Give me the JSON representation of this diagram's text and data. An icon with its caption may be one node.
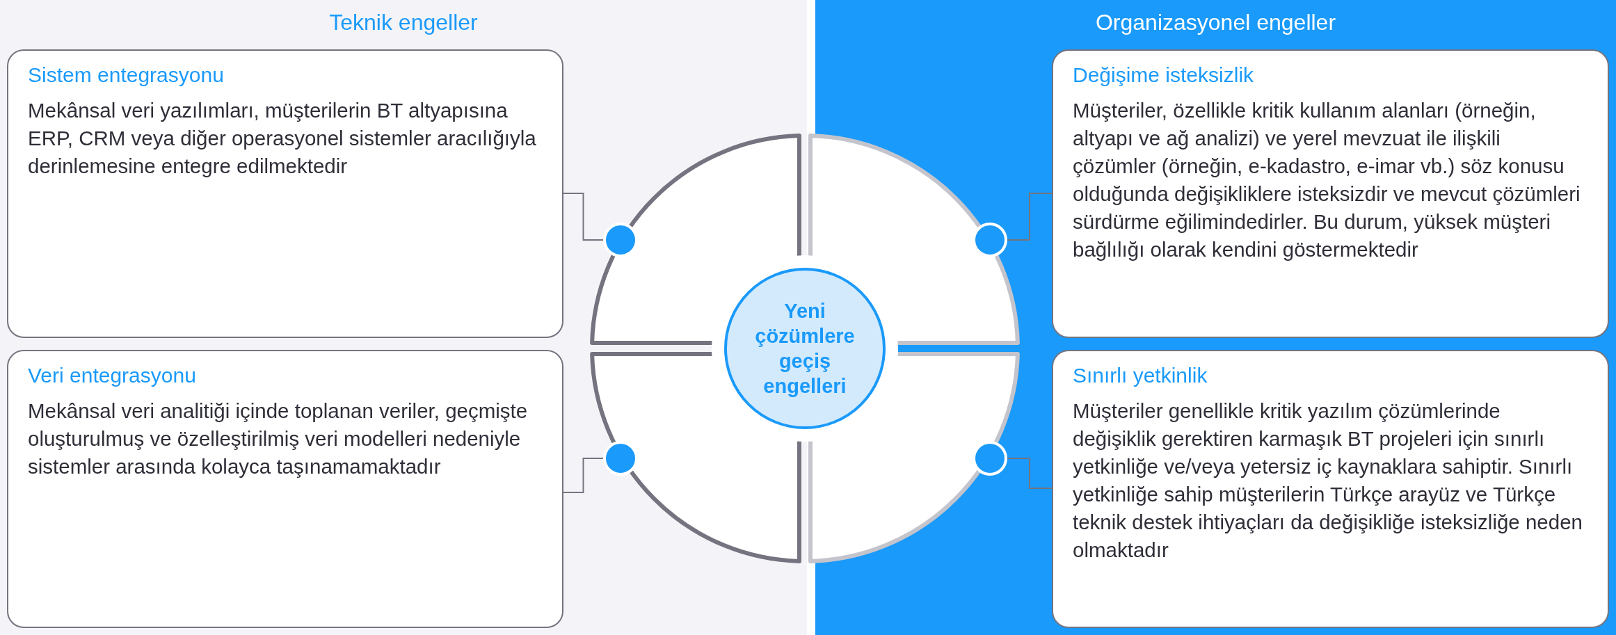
{
  "diagram": {
    "nodes": [
      {
        "text": [
          "Teknik engeller"
        ]
      },
      {
        "text": [
          "Sistem entegrasyonu",
          "Mekânsal veri yazılımları, müşterilerin BT altyapısına ERP, CRM veya diğer operasyonel sistemler aracılığıyla derinlemesine entegre edilmektedir"
        ],
        "in": 0
      },
      {
        "text": [
          "Veri entegrasyonu",
          "Mekânsal veri analitiği içinde toplanan veriler, geçmişte oluşturulmuş ve özelleştirilmiş veri modelleri nedeniyle sistemler arasında kolayca taşınamamaktadır"
        ],
        "in": 0
      },
      {
        "text": [
          "Organizasyonel engeller"
        ]
      },
      {
        "text": [
          "Değişime isteksizlik",
          "Müşteriler, özellikle kritik kullanım alanları (örneğin, altyapı ve ağ analizi) ve yerel mevzuat ile ilişkili çözümler (örneğin, e-kadastro, e-imar vb.) söz konusu olduğunda değişikliklere isteksizdir ve mevcut çözümleri sürdürme eğilimindedirler. Bu durum, yüksek müşteri bağlılığı olarak kendini göstermektedir"
        ],
        "in": 3
      },
      {
        "text": [
          "Sınırlı yetkinlik",
          "Müşteriler genellikle kritik yazılım çözümlerinde değişiklik gerektiren karmaşık BT projeleri için sınırlı yetkinliğe ve/veya yetersiz iç kaynaklara sahiptir. Sınırlı yetkinliğe sahip müşterilerin Türkçe arayüz ve Türkçe teknik destek ihtiyaçları da değişikliğe isteksizliğe neden olmaktadır"
        ],
        "in": 3
      },
      {
        "text": [
          "Yeni çözümlere geçiş engelleri"
        ]
      },
      {
        "text": [],
        "shape": "circle",
        "in": 0
      },
      {
        "text": [],
        "shape": "circle",
        "in": 3
      },
      {
        "text": [],
        "shape": "circle",
        "in": 0
      },
      {
        "text": [],
        "shape": "circle",
        "in": 3
      }
    ],
    "edges": [
      {
        "from": 1,
        "to": 7,
        "arrow": "none"
      },
      {
        "from": 4,
        "to": 8,
        "arrow": "none"
      },
      {
        "from": 2,
        "to": 9,
        "arrow": "none"
      },
      {
        "from": 5,
        "to": 10,
        "arrow": "none"
      }
    ]
  }
}
